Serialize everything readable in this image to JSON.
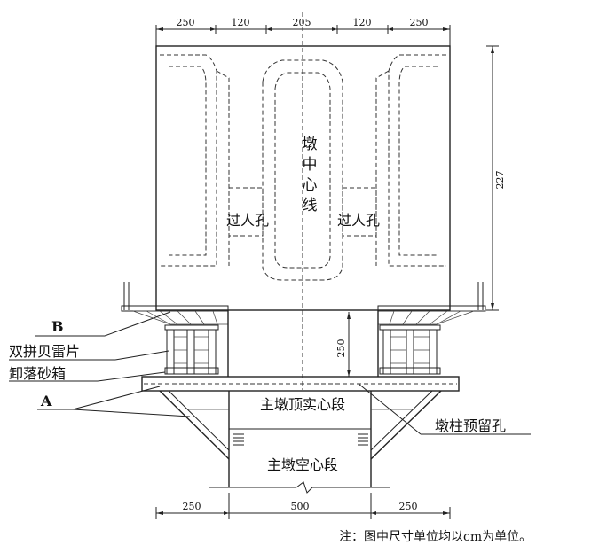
{
  "dimensions": {
    "top": [
      "250",
      "120",
      "205",
      "120",
      "250"
    ],
    "bottom": [
      "250",
      "500",
      "250"
    ],
    "right_height": "227",
    "middle_height": "250"
  },
  "labels": {
    "pier_centerline": [
      "墩",
      "中",
      "心",
      "线"
    ],
    "manhole_left": "过人孔",
    "manhole_right": "过人孔",
    "label_b": "B",
    "bailey": "双拼贝雷片",
    "sandbox": "卸落砂箱",
    "label_a": "A",
    "solid_section": "主墩顶实心段",
    "reserved_hole": "墩柱预留孔",
    "hollow_section": "主墩空心段"
  },
  "note": "注：图中尺寸单位均以cm为单位。"
}
